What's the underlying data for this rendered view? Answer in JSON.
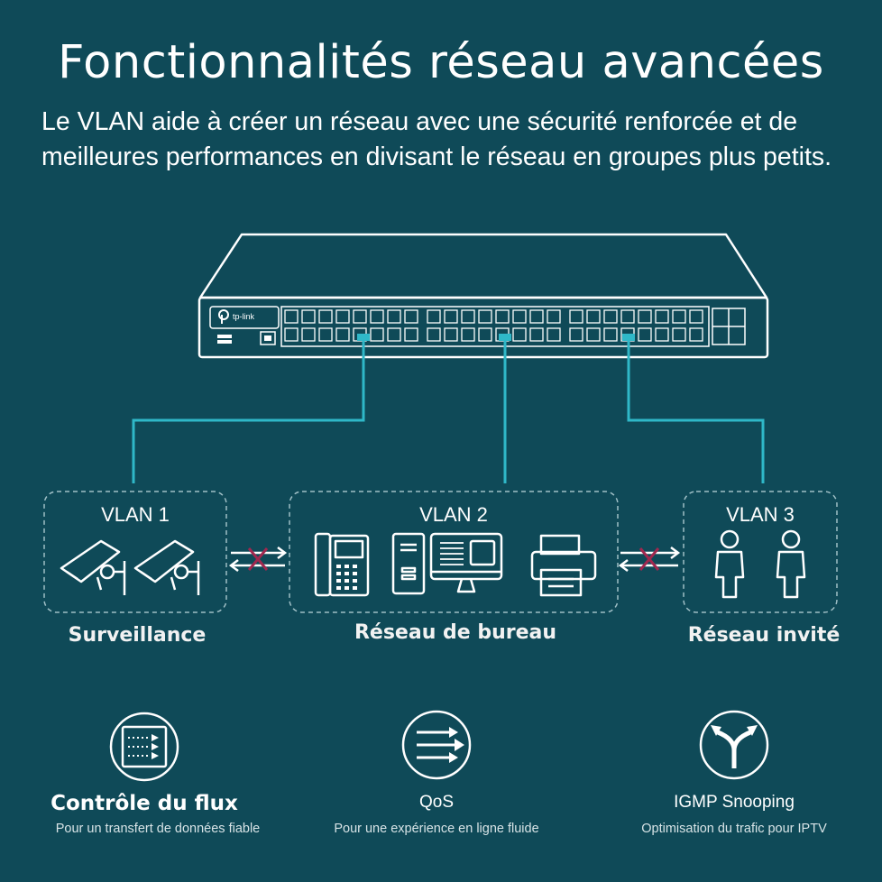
{
  "title": "Fonctionnalités réseau avancées",
  "subtitle": "Le VLAN aide à créer un réseau avec une sécurité renforcée et de meilleures performances en divisant le réseau en groupes plus petits.",
  "switch": {
    "brand": "tp-link"
  },
  "vlans": [
    {
      "label": "VLAN 1",
      "group": "Surveillance",
      "icons": [
        "security-camera-icon",
        "security-camera-icon"
      ]
    },
    {
      "label": "VLAN 2",
      "group": "Réseau de bureau",
      "icons": [
        "ip-phone-icon",
        "desktop-computer-icon",
        "printer-icon"
      ]
    },
    {
      "label": "VLAN 3",
      "group": "Réseau invité",
      "icons": [
        "person-icon",
        "person-icon"
      ]
    }
  ],
  "features": [
    {
      "title": "Contrôle du flux",
      "subtitle": "Pour un transfert de données fiable",
      "icon": "flow-control-icon"
    },
    {
      "title": "QoS",
      "subtitle": "Pour une expérience en ligne fluide",
      "icon": "qos-arrows-icon"
    },
    {
      "title": "IGMP Snooping",
      "subtitle": "Optimisation du trafic pour IPTV",
      "icon": "multicast-arrows-icon"
    }
  ],
  "colors": {
    "background": "#0f4a58",
    "link": "#2fb8c8",
    "blocked": "#a0284f",
    "stroke": "#ffffff"
  }
}
